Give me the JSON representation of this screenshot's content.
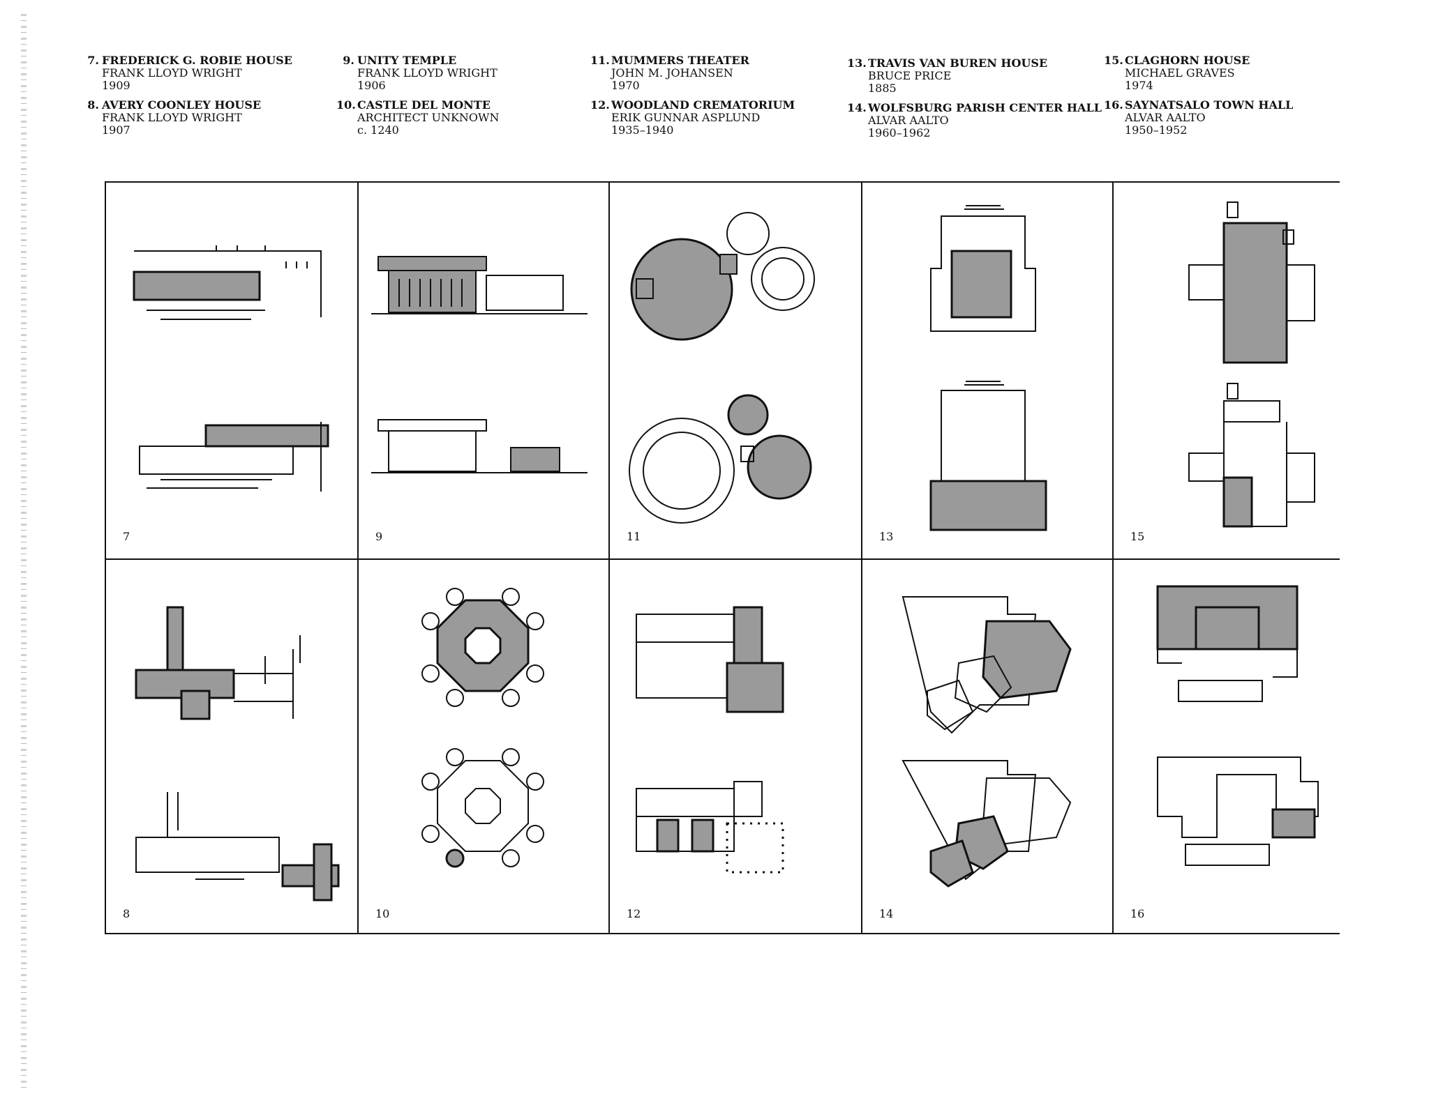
{
  "entries": [
    {
      "num": "7.",
      "name": "FREDERICK G. ROBIE HOUSE",
      "architect": "FRANK LLOYD WRIGHT",
      "date": "1909"
    },
    {
      "num": "8.",
      "name": "AVERY COONLEY HOUSE",
      "architect": "FRANK LLOYD WRIGHT",
      "date": "1907"
    },
    {
      "num": "9.",
      "name": "UNITY TEMPLE",
      "architect": "FRANK LLOYD WRIGHT",
      "date": "1906"
    },
    {
      "num": "10.",
      "name": "CASTLE DEL MONTE",
      "architect": "ARCHITECT UNKNOWN",
      "date": "c. 1240"
    },
    {
      "num": "11.",
      "name": "MUMMERS THEATER",
      "architect": "JOHN M. JOHANSEN",
      "date": "1970"
    },
    {
      "num": "12.",
      "name": "WOODLAND CREMATORIUM",
      "architect": "ERIK GUNNAR ASPLUND",
      "date": "1935–1940"
    },
    {
      "num": "13.",
      "name": "TRAVIS VAN BUREN HOUSE",
      "architect": "BRUCE PRICE",
      "date": "1885"
    },
    {
      "num": "14.",
      "name": "WOLFSBURG PARISH CENTER HALL",
      "architect": "ALVAR AALTO",
      "date": "1960–1962"
    },
    {
      "num": "15.",
      "name": "CLAGHORN HOUSE",
      "architect": "MICHAEL GRAVES",
      "date": "1974"
    },
    {
      "num": "16.",
      "name": "SAYNATSALO TOWN HALL",
      "architect": "ALVAR AALTO",
      "date": "1950–1952"
    }
  ],
  "panels": [
    "7",
    "9",
    "11",
    "13",
    "15",
    "8",
    "10",
    "12",
    "14",
    "16"
  ],
  "colors": {
    "ink": "#111111",
    "fill_gray": "#9a9a9a",
    "paper": "#ffffff"
  }
}
